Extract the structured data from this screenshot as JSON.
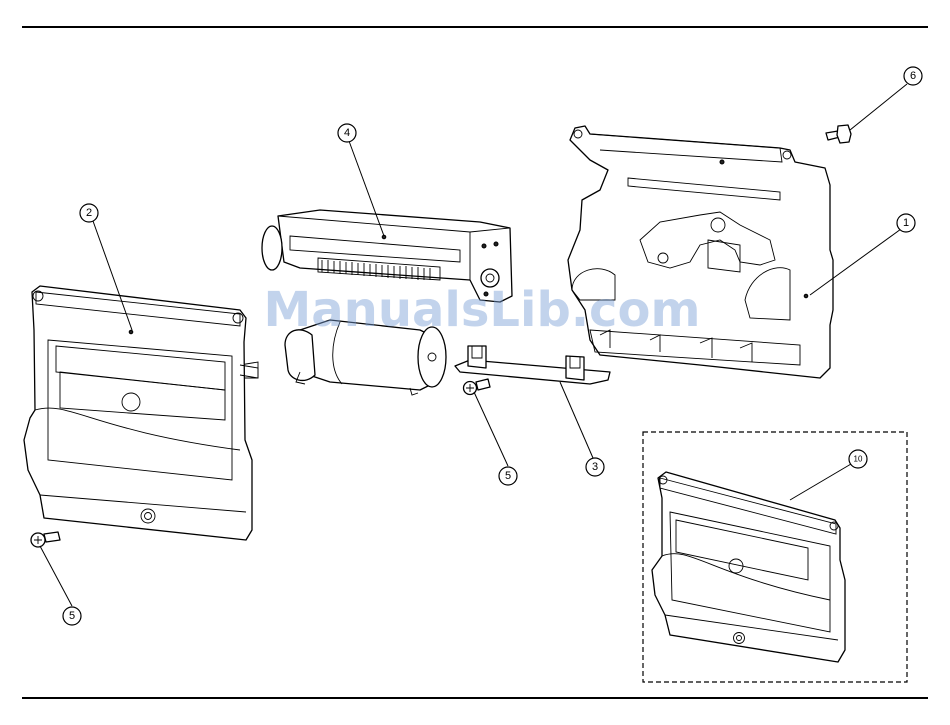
{
  "callouts": {
    "part_1": "1",
    "part_2": "2",
    "part_3": "3",
    "part_4": "4",
    "part_5_left": "5",
    "part_5_center": "5",
    "part_6": "6",
    "part_10": "10"
  },
  "watermark": "ManualsLib.com"
}
